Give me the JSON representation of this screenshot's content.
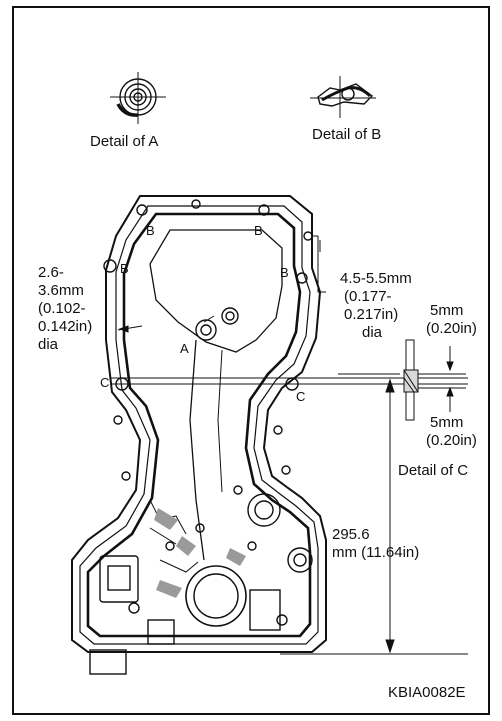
{
  "details": {
    "a_caption": "Detail of A",
    "b_caption": "Detail of B",
    "c_caption": "Detail of C"
  },
  "markers": {
    "a": "A",
    "b": "B",
    "c": "C"
  },
  "bead_left": {
    "line1": "2.6-",
    "line2": "3.6mm",
    "line3": "(0.102-",
    "line4": "0.142in)",
    "line5": "dia"
  },
  "bead_right": {
    "line1": "4.5-5.5mm",
    "line2": "(0.177-",
    "line3": "0.217in)",
    "line4": "dia"
  },
  "offset_upper": {
    "line1": "5mm",
    "line2": "(0.20in)"
  },
  "offset_lower": {
    "line1": "5mm",
    "line2": "(0.20in)"
  },
  "height_dim": {
    "line1": "295.6",
    "line2": "mm (11.64in)"
  },
  "figure_code": "KBIA0082E",
  "colors": {
    "ink": "#111111",
    "paper": "#ffffff",
    "shade": "#9a9a9a"
  }
}
